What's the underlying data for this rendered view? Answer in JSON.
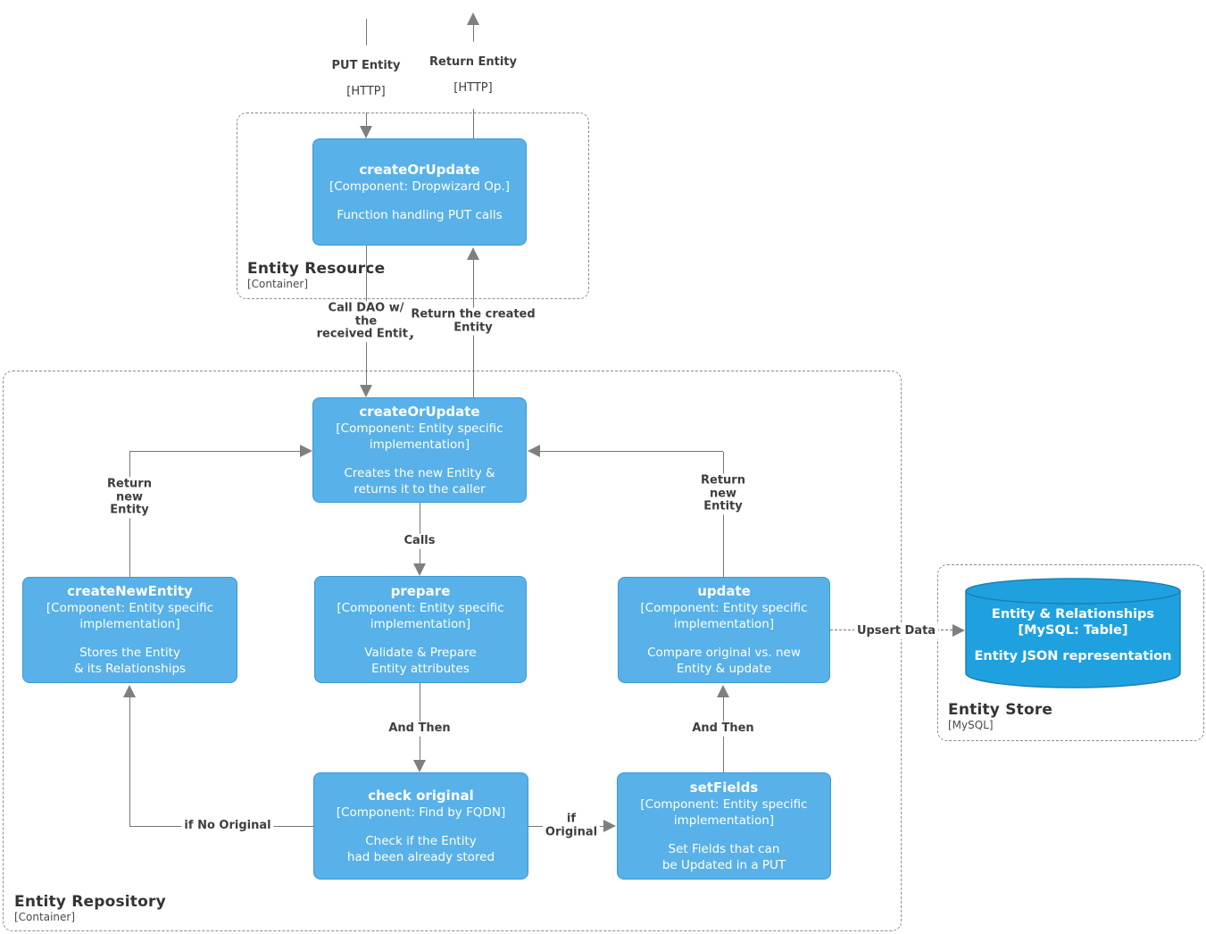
{
  "colors": {
    "node_fill": "#58b1e8",
    "node_border": "#3e98d3",
    "database_fill": "#20a1df",
    "database_border": "#1a81b5",
    "connector_gray": "#757575",
    "arrowhead_gray": "#7f7f7f",
    "edge_label_text": "#3e3e3e",
    "container_border": "#8c8c8c",
    "container_title_text": "#333333",
    "node_text": "#ffffff"
  },
  "containers": {
    "entity_resource": {
      "title": "Entity Resource",
      "subtitle": "[Container]"
    },
    "entity_repository": {
      "title": "Entity Repository",
      "subtitle": "[Container]"
    },
    "entity_store": {
      "title": "Entity Store",
      "subtitle": "[MySQL]"
    }
  },
  "nodes": {
    "resource_create_or_update": {
      "title": "createOrUpdate",
      "component": "[Component: Dropwizard Op.]",
      "desc": "Function handling PUT calls"
    },
    "repo_create_or_update": {
      "title": "createOrUpdate",
      "component": "[Component: Entity specific\nimplementation]",
      "desc": "Creates the new Entity &\nreturns it to the caller"
    },
    "create_new_entity": {
      "title": "createNewEntity",
      "component": "[Component: Entity specific\nimplementation]",
      "desc": "Stores the Entity\n& its Relationships"
    },
    "prepare": {
      "title": "prepare",
      "component": "[Component: Entity specific\nimplementation]",
      "desc": "Validate & Prepare\nEntity attributes"
    },
    "update": {
      "title": "update",
      "component": "[Component: Entity specific\nimplementation]",
      "desc": "Compare original vs. new\nEntity & update"
    },
    "check_original": {
      "title": "check original",
      "component": "[Component: Find by FQDN]",
      "desc": "Check if the Entity\nhad been already stored"
    },
    "set_fields": {
      "title": "setFields",
      "component": "[Component: Entity specific\nimplementation]",
      "desc": "Set Fields that can\nbe Updated in a PUT"
    },
    "entity_table": {
      "title": "Entity & Relationships",
      "component": "[MySQL: Table]",
      "desc": "Entity JSON representation"
    }
  },
  "edges": {
    "put_entity": {
      "label": "PUT Entity",
      "tech": "[HTTP]"
    },
    "return_entity": {
      "label": "Return Entity",
      "tech": "[HTTP]"
    },
    "call_dao": {
      "label": "Call DAO w/\nthe\nreceived Entity"
    },
    "return_created": {
      "label": "Return the created\nEntity"
    },
    "calls": {
      "label": "Calls"
    },
    "and_then_left": {
      "label": "And Then"
    },
    "and_then_right": {
      "label": "And Then"
    },
    "if_no_original": {
      "label": "if No Original"
    },
    "if_original": {
      "label": "if\nOriginal"
    },
    "return_new_left": {
      "label": "Return\nnew\nEntity"
    },
    "return_new_right": {
      "label": "Return\nnew\nEntity"
    },
    "upsert_data": {
      "label": "Upsert Data"
    }
  }
}
